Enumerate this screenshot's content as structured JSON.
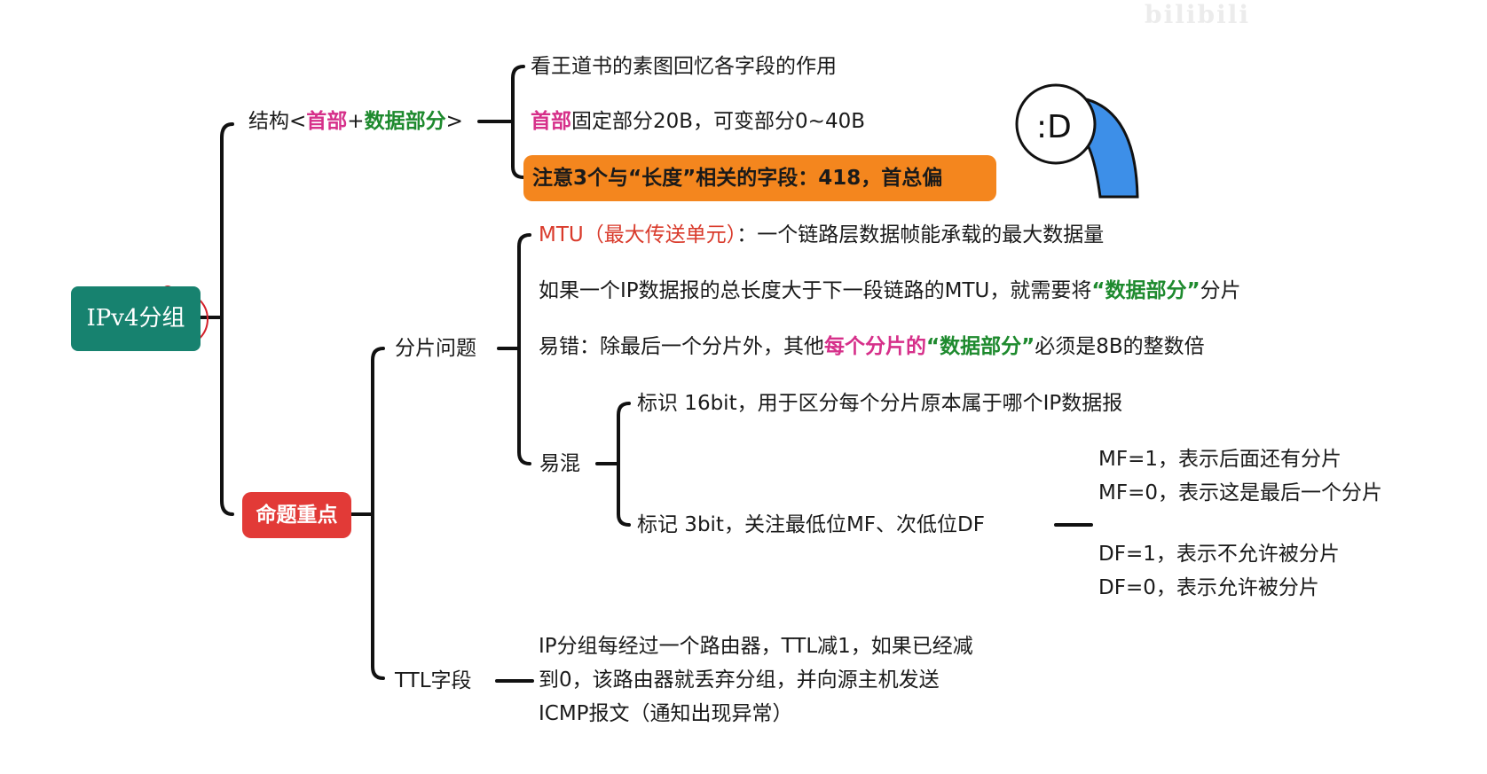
{
  "watermark": "bilibili",
  "root": {
    "label": "IPv4分组"
  },
  "structure": {
    "label_prefix": "结构<",
    "header": "首部",
    "plus": "+",
    "data_part": "数据部分",
    "label_suffix": ">",
    "children": {
      "recall": "看王道书的素图回忆各字段的作用",
      "header_word": "首部",
      "header_rest": "固定部分20B，可变部分0~40B",
      "notice": "注意3个与“长度”相关的字段：418，首总偏"
    }
  },
  "key_points": {
    "label": "命题重点",
    "fragment": {
      "label": "分片问题",
      "mtu_term": "MTU（最大传送单元）",
      "mtu_desc": "：一个链路层数据帧能承载的最大数据量",
      "need_prefix": "如果一个IP数据报的总长度大于下一段链路的MTU，就需要将",
      "need_highlight": "“数据部分”",
      "need_suffix": "分片",
      "err_prefix": "易错：除最后一个分片外，其他",
      "err_pink": "每个分片的",
      "err_green": "“数据部分”",
      "err_suffix": "必须是8B的整数倍",
      "confuse": {
        "label": "易混",
        "identification": "标识 16bit，用于区分每个分片原本属于哪个IP数据报",
        "flags": "标记 3bit，关注最低位MF、次低位DF",
        "mf1": "MF=1，表示后面还有分片",
        "mf0": "MF=0，表示这是最后一个分片",
        "df1": "DF=1，表示不允许被分片",
        "df0": "DF=0，表示允许被分片"
      }
    },
    "ttl": {
      "label": "TTL字段",
      "line1": "IP分组每经过一个路由器，TTL减1，如果已经减",
      "line2": "到0，该路由器就丢弃分组，并向源主机发送",
      "line3": "ICMP报文（通知出现异常）"
    }
  }
}
